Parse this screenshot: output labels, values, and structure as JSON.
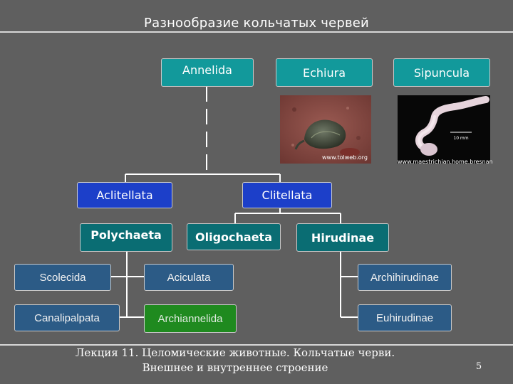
{
  "title": "Разнообразие кольчатых червей",
  "nodes": {
    "annelida": "Annelida",
    "echiura": "Echiura",
    "sipuncula": "Sipuncula",
    "aclitellata": "Aclitellata",
    "clitellata": "Clitellata",
    "polychaeta": "Polychaeta",
    "oligochaeta": "Oligochaeta",
    "hirudinae": "Hirudinae",
    "scolecida": "Scolecida",
    "aciculata": "Aciculata",
    "archihirudinae": "Archihirudinae",
    "canalipalpata": "Canalipalpata",
    "archiannelida": "Archiannelida",
    "euhirudinae": "Euhirudinae"
  },
  "photos": {
    "echiura_credit": "www.tolweb.org",
    "sipuncula_credit": "www.maestrichian.home.bresnan",
    "scale_label": "10 mm"
  },
  "footer": {
    "line1": "Лекция 11. Целомические животные. Кольчатые черви.",
    "line2": "Внешнее и внутреннее строение"
  },
  "page_number": "5",
  "colors": {
    "background": "#5f5f5f",
    "teal": "#12999b",
    "blue": "#1c3fc9",
    "dark_teal": "#0a6d73",
    "slate": "#2c5b86",
    "green": "#1f8a1f"
  }
}
